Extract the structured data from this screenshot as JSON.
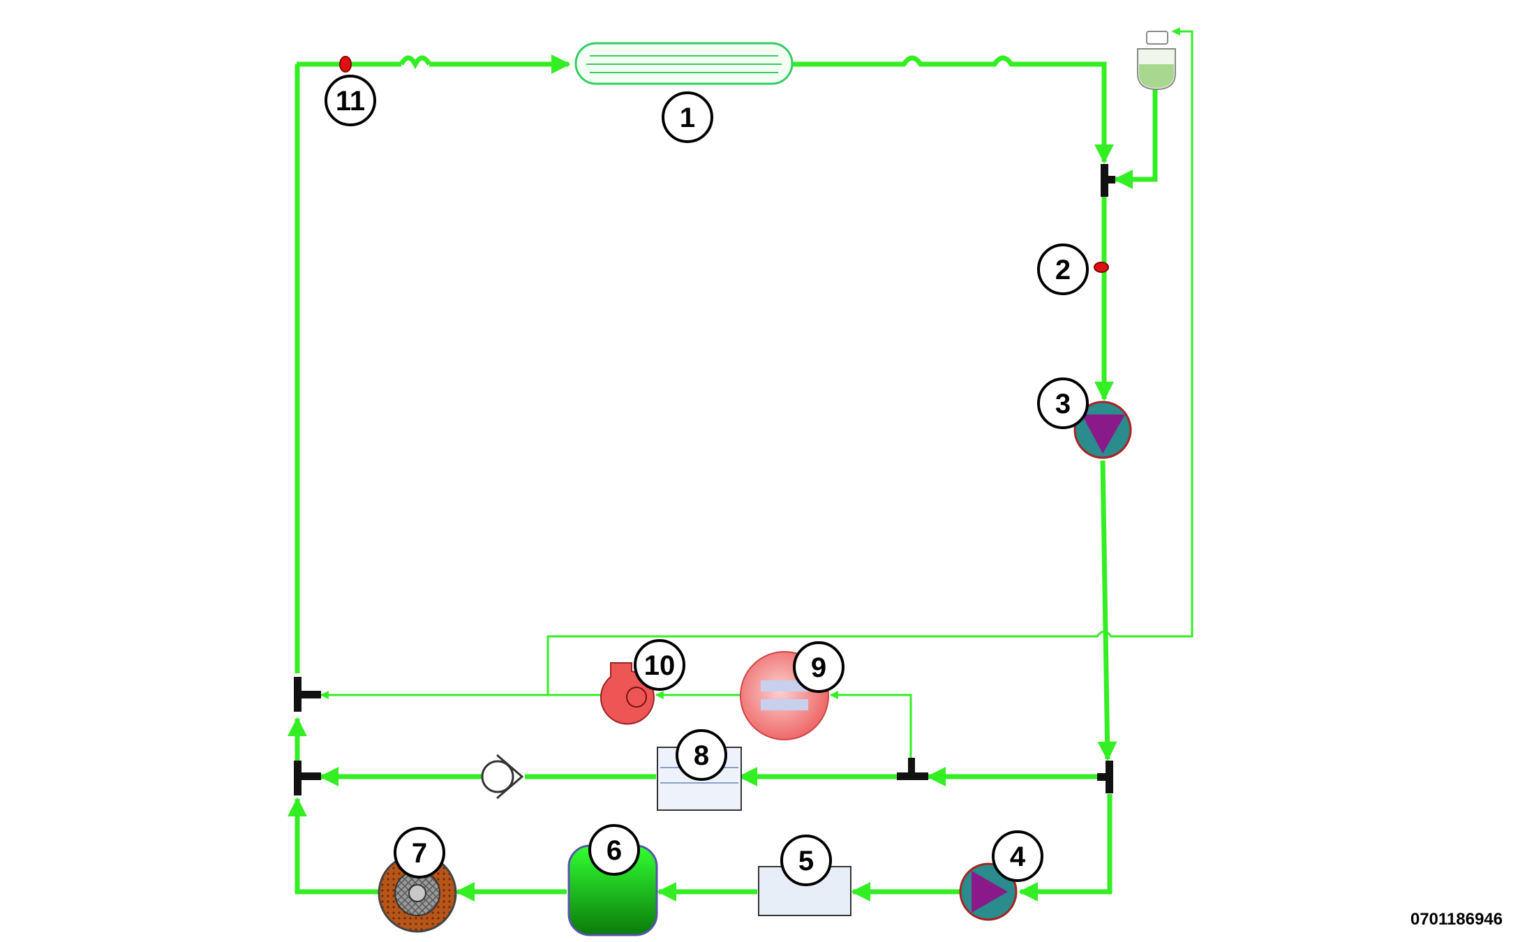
{
  "colors": {
    "flow_line": "#33ee22",
    "pump_body": "#2a8c8c",
    "pump_triangle": "#8a1a8a",
    "sensor": "#dd1111",
    "blower": "#ee5555",
    "heater": "#f08080",
    "filter_ring": "#b8561a",
    "accumulator": "#22bb22",
    "tee": "#111111"
  },
  "components": [
    {
      "number": "1",
      "icon": "heat-exchanger-tube-icon"
    },
    {
      "number": "2",
      "icon": "temperature-sensor-icon"
    },
    {
      "number": "3",
      "icon": "pump-icon"
    },
    {
      "number": "4",
      "icon": "pump-icon"
    },
    {
      "number": "5",
      "icon": "tank-icon"
    },
    {
      "number": "6",
      "icon": "accumulator-icon"
    },
    {
      "number": "7",
      "icon": "filter-icon"
    },
    {
      "number": "8",
      "icon": "tank-icon"
    },
    {
      "number": "9",
      "icon": "heater-icon"
    },
    {
      "number": "10",
      "icon": "blower-icon"
    },
    {
      "number": "11",
      "icon": "temperature-sensor-icon"
    }
  ],
  "reference_number": "0701186946"
}
